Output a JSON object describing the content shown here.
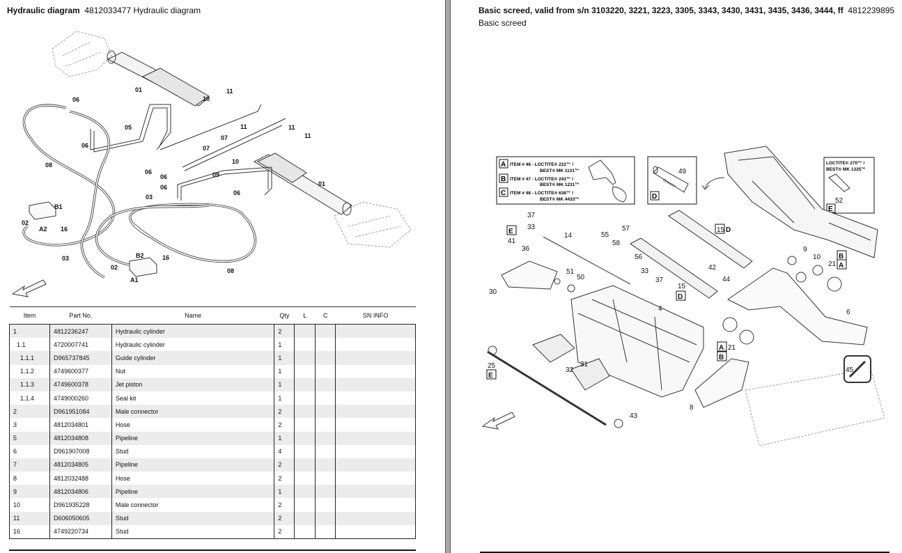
{
  "left_page": {
    "title_bold": "Hydraulic diagram",
    "title_rest": "4812033477 Hydraulic diagram",
    "diagram_labels": [
      "01",
      "06",
      "10",
      "11",
      "05",
      "11",
      "11",
      "11",
      "06",
      "07",
      "07",
      "08",
      "10",
      "06",
      "06",
      "06",
      "09",
      "01",
      "03",
      "06",
      "B1",
      "02",
      "A2",
      "16",
      "03",
      "B2",
      "16",
      "02",
      "A1",
      "08"
    ],
    "table": {
      "headers": [
        "Item",
        "Part No.",
        "Name",
        "Qty",
        "L",
        "C",
        "SN INFO"
      ],
      "rows": [
        {
          "item": "1",
          "part": "4812236247",
          "name": "Hydraulic cylinder",
          "qty": "2"
        },
        {
          "item": "1.1",
          "part": "4720007741",
          "name": "Hydraulic cylinder",
          "qty": "1"
        },
        {
          "item": "1.1.1",
          "part": "D965737845",
          "name": "Guide cylinder",
          "qty": "1"
        },
        {
          "item": "1.1.2",
          "part": "4749600377",
          "name": "Nut",
          "qty": "1"
        },
        {
          "item": "1.1.3",
          "part": "4749600378",
          "name": "Jet piston",
          "qty": "1"
        },
        {
          "item": "1.1.4",
          "part": "4749000260",
          "name": "Seal kit",
          "qty": "1"
        },
        {
          "item": "2",
          "part": "D961951084",
          "name": "Male connector",
          "qty": "2"
        },
        {
          "item": "3",
          "part": "4812034801",
          "name": "Hose",
          "qty": "2"
        },
        {
          "item": "5",
          "part": "4812034808",
          "name": "Pipeline",
          "qty": "1"
        },
        {
          "item": "6",
          "part": "D961907008",
          "name": "Stud",
          "qty": "4"
        },
        {
          "item": "7",
          "part": "4812034805",
          "name": "Pipeline",
          "qty": "2"
        },
        {
          "item": "8",
          "part": "4812032488",
          "name": "Hose",
          "qty": "2"
        },
        {
          "item": "9",
          "part": "4812034806",
          "name": "Pipeline",
          "qty": "1"
        },
        {
          "item": "10",
          "part": "D961935228",
          "name": "Male connector",
          "qty": "2"
        },
        {
          "item": "11",
          "part": "D606050605",
          "name": "Stud",
          "qty": "2"
        },
        {
          "item": "16",
          "part": "4749220734",
          "name": "Stud",
          "qty": "2"
        }
      ]
    }
  },
  "right_page": {
    "title_bold": "Basic screed, valid from s/n 3103220, 3221, 3223, 3305, 3343, 3430, 3431, 3435, 3436, 3444, ff",
    "title_part": "4812239895",
    "subtitle": "Basic screed",
    "legend": {
      "a_letter": "A",
      "a_line1": "ITEM # 46 - LOCTITE® 222™ /",
      "a_line2": "BEST® MK 1131™",
      "b_letter": "B",
      "b_line1": "ITEM # 47 - LOCTITE® 243™ /",
      "b_line2": "BEST® MK 1231™",
      "c_letter": "C",
      "c_line1": "ITEM # 48 - LOCTITE® 638™ /",
      "c_line2": "BEST® MK 4433™",
      "d_letter": "D",
      "d_item": "49",
      "d_tube": "Grease",
      "e_line1": "LOCTITE® 270™ /",
      "e_line2": "BEST® MK 1325™",
      "e_item": "52",
      "e_letter": "E"
    },
    "diagram_labels": [
      "37",
      "33",
      "14",
      "55",
      "57",
      "58",
      "E",
      "41",
      "36",
      "56",
      "51",
      "50",
      "33",
      "37",
      "30",
      "15",
      "D",
      "9",
      "10",
      "21",
      "B",
      "A",
      "42",
      "44",
      "15",
      "D",
      "4",
      "6",
      "A",
      "21",
      "B",
      "25",
      "E",
      "32",
      "31",
      "45",
      "8",
      "43"
    ]
  }
}
